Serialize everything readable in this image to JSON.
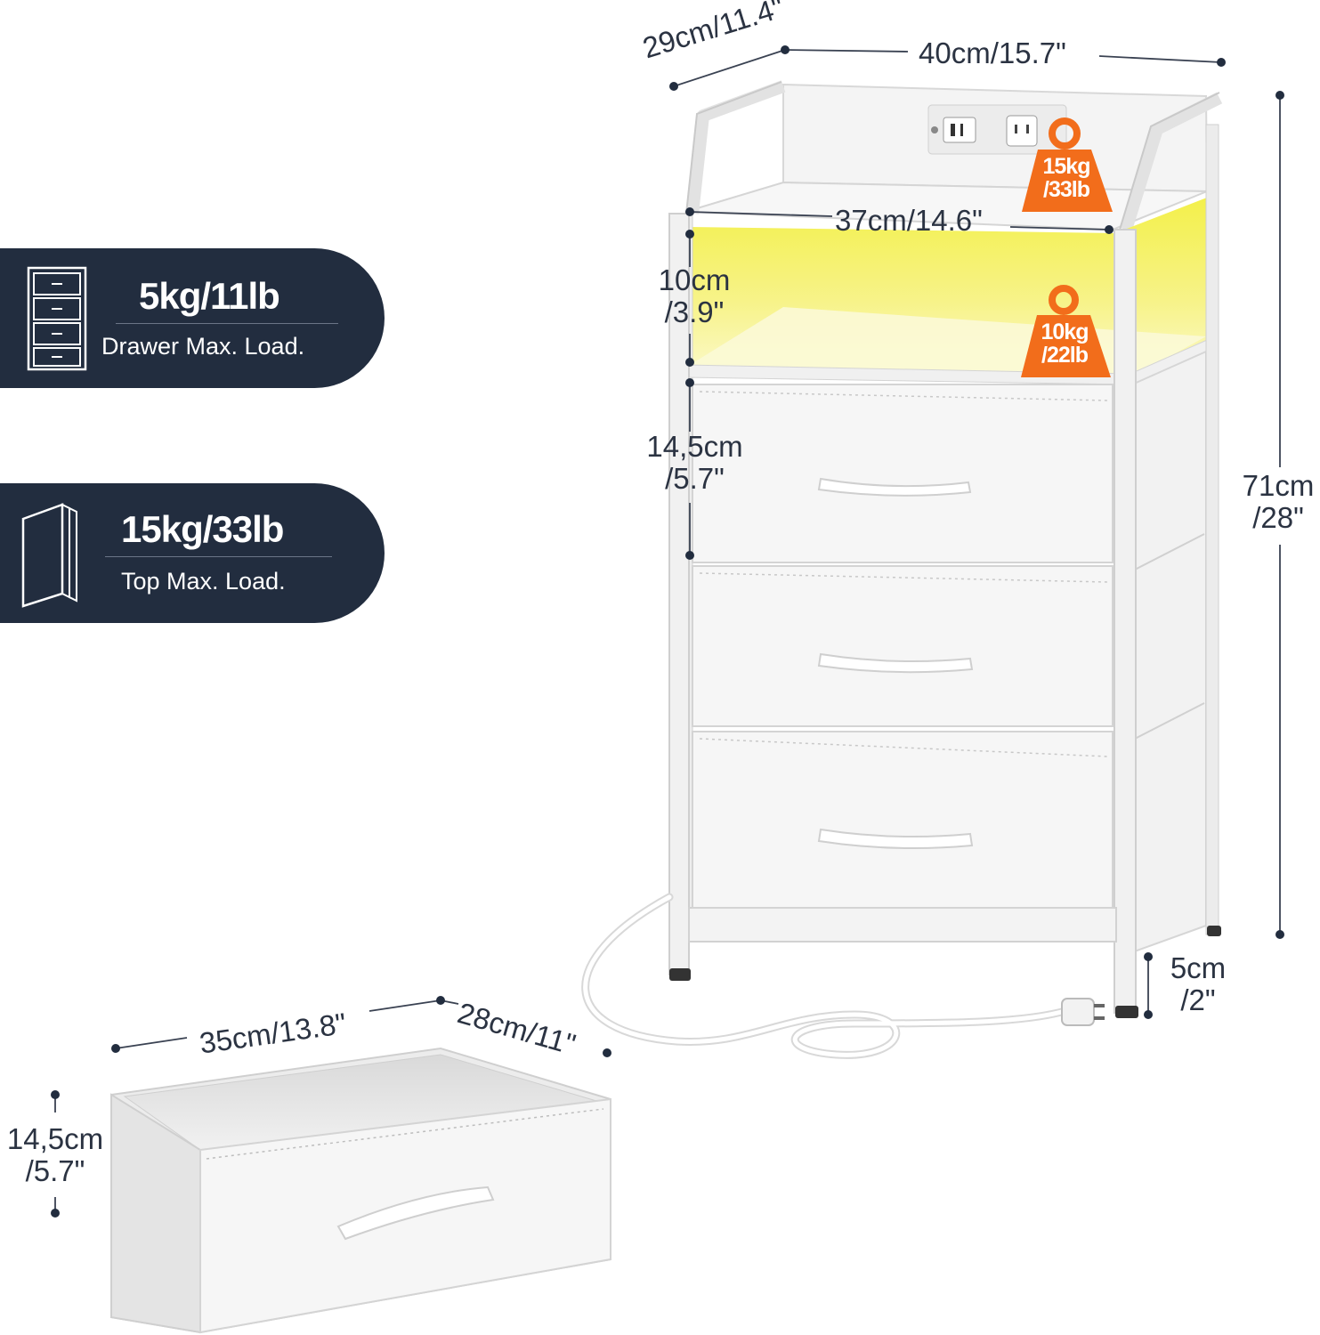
{
  "badges": [
    {
      "value": "5kg/11lb",
      "label": "Drawer Max. Load."
    },
    {
      "value": "15kg/33lb",
      "label": "Top Max. Load."
    }
  ],
  "weights": {
    "top": {
      "line1": "15kg",
      "line2": "/33lb"
    },
    "shelf": {
      "line1": "10kg",
      "line2": "/22lb"
    }
  },
  "dimensions": {
    "depth": "29cm/11.4\"",
    "width": "40cm/15.7\"",
    "shelf_width": "37cm/14.6\"",
    "shelf_height_cm": "10cm",
    "shelf_height_in": "/3.9\"",
    "drawer_height_cm": "14,5cm",
    "drawer_height_in": "/5.7\"",
    "total_height_cm": "71cm",
    "total_height_in": "/28\"",
    "leg_height_cm": "5cm",
    "leg_height_in": "/2\"",
    "bin_width": "35cm/13.8\"",
    "bin_depth": "28cm/11\"",
    "bin_height_cm": "14,5cm",
    "bin_height_in": "/5.7\""
  },
  "colors": {
    "navy": "#222d3f",
    "orange": "#f26d1b",
    "led": "#f4f25a"
  }
}
